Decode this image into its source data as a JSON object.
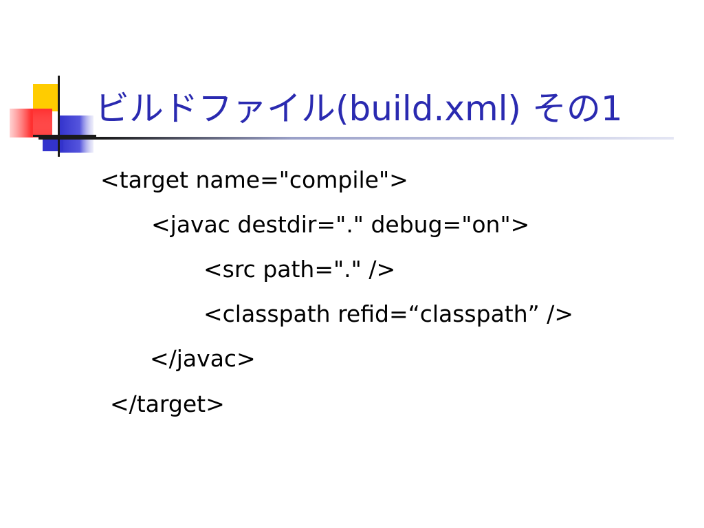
{
  "slide": {
    "title": "ビルドファイル(build.xml) その1",
    "code_lines": [
      "<target name=\"compile\">",
      "<javac destdir=\".\" debug=\"on\">",
      "<src path=\".\" />",
      "<classpath refid=“classpath” />",
      "</javac>",
      "</target>"
    ]
  },
  "colors": {
    "title": "#2a2ab0",
    "ornament_yellow": "#ffcc00",
    "ornament_red": "#ff3030",
    "ornament_blue": "#3333cc",
    "text": "#000000"
  },
  "icons": {
    "ornament": "corner-square-ornament-icon"
  }
}
